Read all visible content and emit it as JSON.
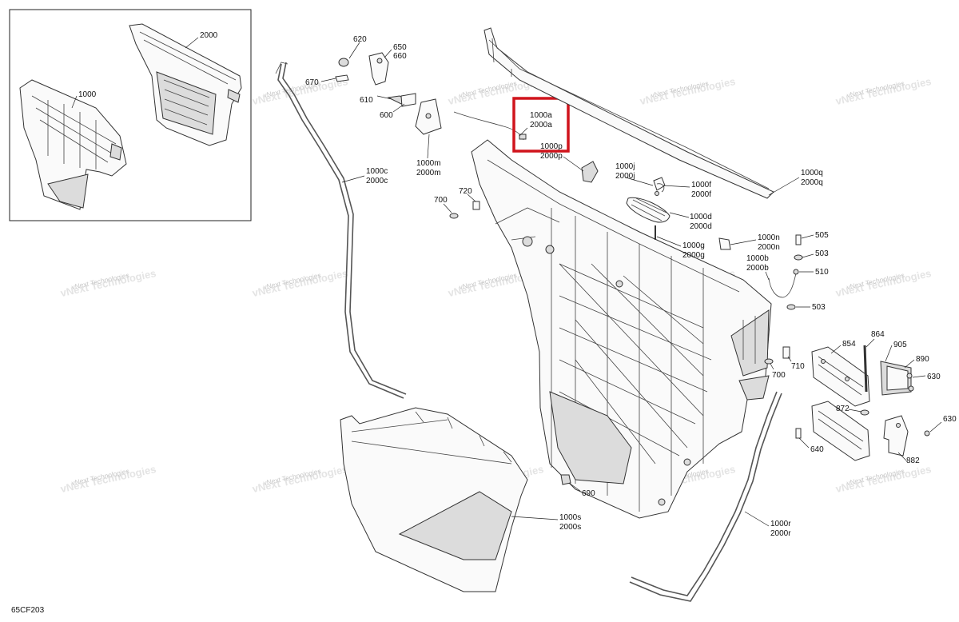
{
  "diagram_code": "65CF203",
  "highlight_color": "#d0141c",
  "watermark_text": "vNext Technologies",
  "labels": {
    "l2000": "2000",
    "l1000": "1000",
    "l620": "620",
    "l650": "650",
    "l660": "660",
    "l670": "670",
    "l610": "610",
    "l600": "600",
    "l1000m": "1000m",
    "l2000m": "2000m",
    "l1000a": "1000a",
    "l2000a": "2000a",
    "l1000p": "1000p",
    "l2000p": "2000p",
    "l1000c": "1000c",
    "l2000c": "2000c",
    "l720": "720",
    "l700a": "700",
    "l1000j": "1000j",
    "l2000j": "2000j",
    "l1000f": "1000f",
    "l2000f": "2000f",
    "l1000d": "1000d",
    "l2000d": "2000d",
    "l1000g": "1000g",
    "l2000g": "2000g",
    "l1000q": "1000q",
    "l2000q": "2000q",
    "l1000n": "1000n",
    "l2000n": "2000n",
    "l505": "505",
    "l503a": "503",
    "l1000b": "1000b",
    "l2000b": "2000b",
    "l510": "510",
    "l503b": "503",
    "l854": "854",
    "l864": "864",
    "l905": "905",
    "l890": "890",
    "l630a": "630",
    "l700b": "700",
    "l710": "710",
    "l872": "872",
    "l630b": "630",
    "l640": "640",
    "l882": "882",
    "l690": "690",
    "l1000s": "1000s",
    "l2000s": "2000s",
    "l1000r": "1000r",
    "l2000r": "2000r"
  }
}
